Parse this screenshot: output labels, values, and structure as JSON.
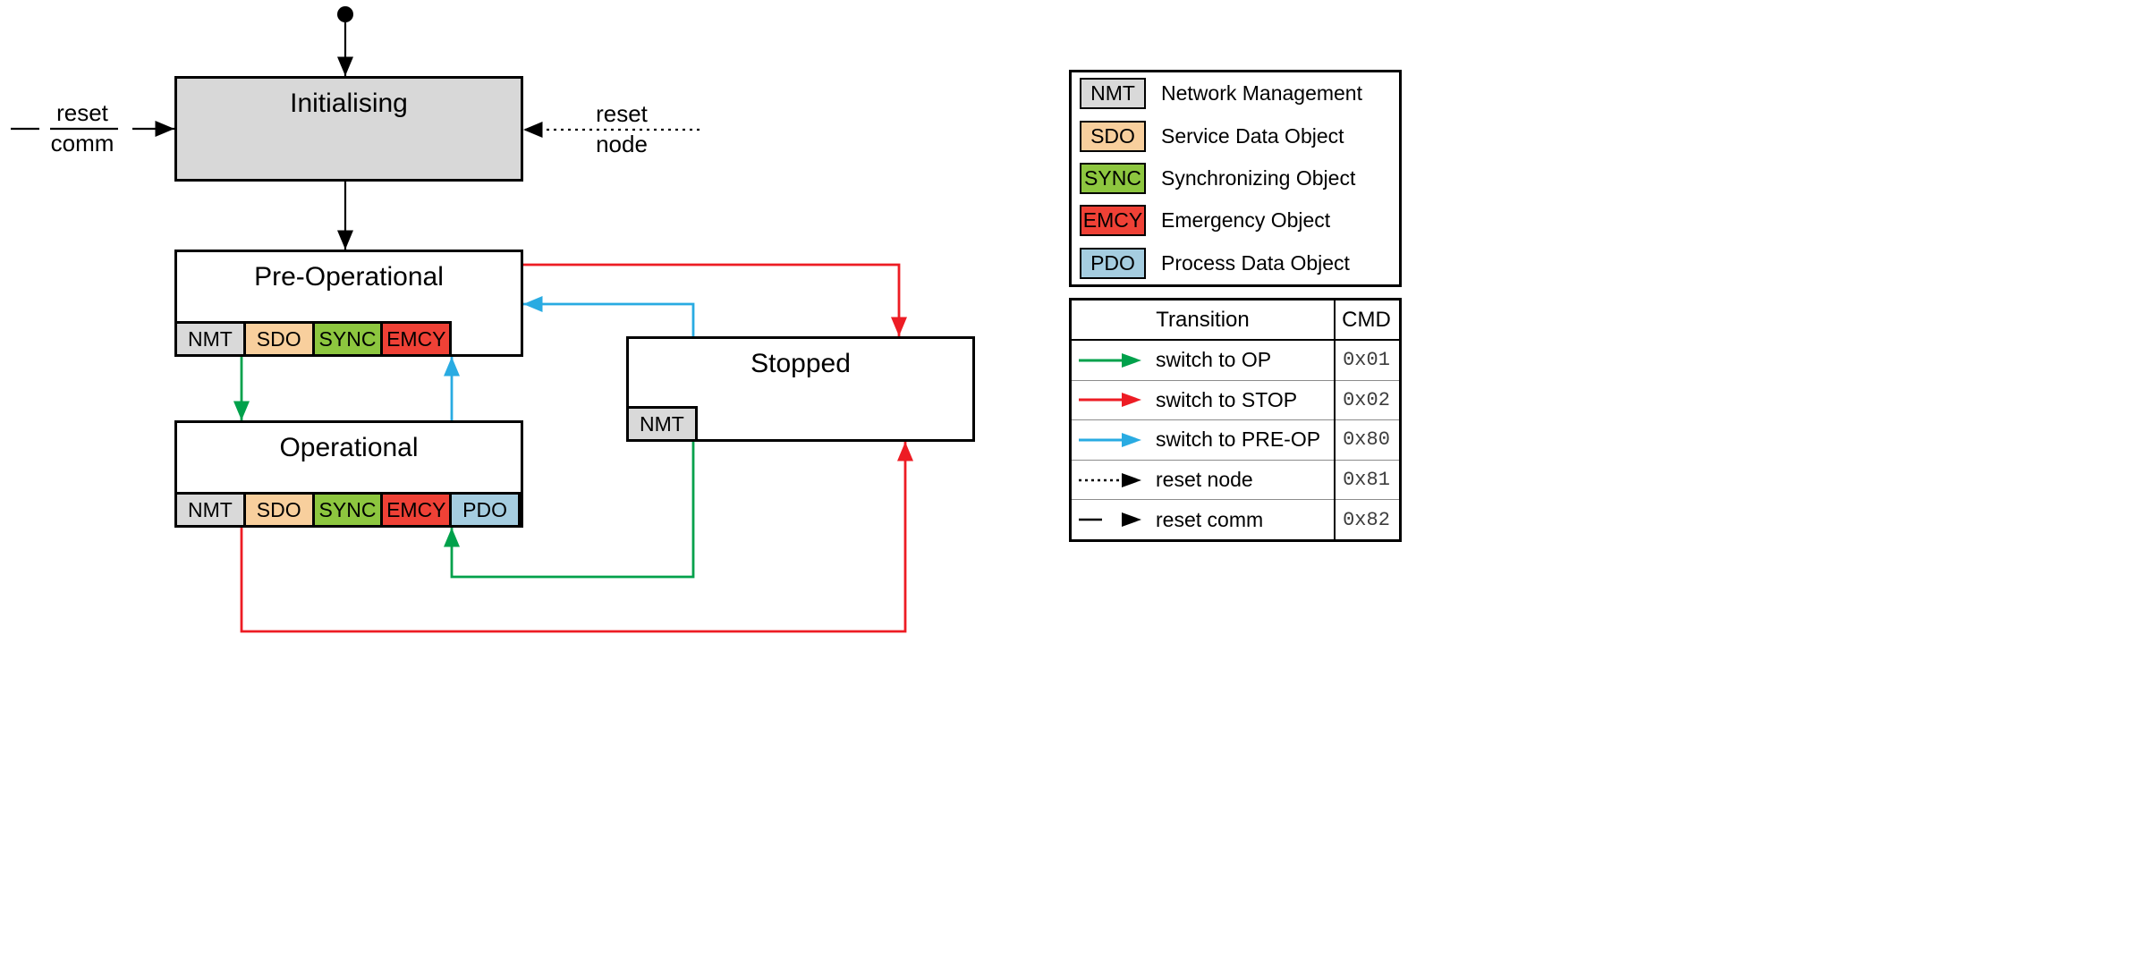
{
  "colors": {
    "nmt": "#d9d9d9",
    "sdo": "#f8cf9d",
    "sync": "#8dc63f",
    "emcy": "#ef4136",
    "pdo": "#a5cde0",
    "init_fill": "#d8d8d8",
    "arrow_green": "#00a14b",
    "arrow_red": "#ed1c24",
    "arrow_blue": "#29abe2"
  },
  "states": {
    "initialising": {
      "title": "Initialising"
    },
    "pre_operational": {
      "title": "Pre-Operational",
      "tabs": [
        "NMT",
        "SDO",
        "SYNC",
        "EMCY"
      ]
    },
    "operational": {
      "title": "Operational",
      "tabs": [
        "NMT",
        "SDO",
        "SYNC",
        "EMCY",
        "PDO"
      ]
    },
    "stopped": {
      "title": "Stopped",
      "tabs": [
        "NMT"
      ]
    }
  },
  "edge_labels": {
    "reset_comm": {
      "line1": "reset",
      "line2": "comm"
    },
    "reset_node": {
      "line1": "reset",
      "line2": "node"
    }
  },
  "legend": {
    "items": [
      {
        "key": "NMT",
        "label": "Network Management"
      },
      {
        "key": "SDO",
        "label": "Service Data Object"
      },
      {
        "key": "SYNC",
        "label": "Synchronizing Object"
      },
      {
        "key": "EMCY",
        "label": "Emergency Object"
      },
      {
        "key": "PDO",
        "label": "Process Data Object"
      }
    ]
  },
  "transition_table": {
    "headers": [
      "Transition",
      "CMD"
    ],
    "rows": [
      {
        "style": "green-solid",
        "label": "switch to OP",
        "cmd": "0x01"
      },
      {
        "style": "red-solid",
        "label": "switch to STOP",
        "cmd": "0x02"
      },
      {
        "style": "blue-solid",
        "label": "switch to PRE-OP",
        "cmd": "0x80"
      },
      {
        "style": "black-dotted",
        "label": "reset node",
        "cmd": "0x81"
      },
      {
        "style": "black-dash-gap",
        "label": "reset comm",
        "cmd": "0x82"
      }
    ]
  }
}
